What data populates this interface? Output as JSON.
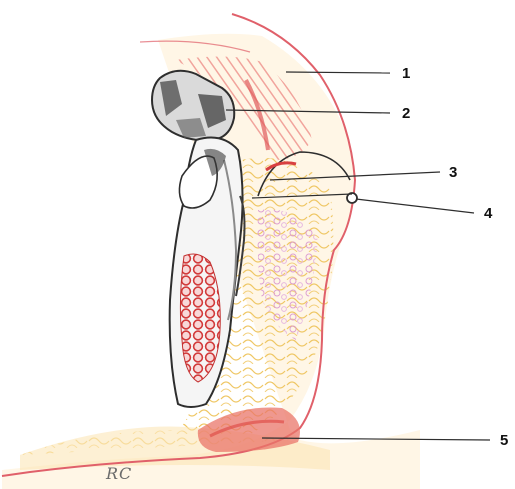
{
  "labels": {
    "l1": "1",
    "l2": "2",
    "l3": "3",
    "l4": "4",
    "l5": "5"
  },
  "signature": "RC",
  "colors": {
    "outline": "#e0606a",
    "dentin": "#f3f3f3",
    "tissue_yellow": "#f6d98a",
    "tissue_orange": "#f2b27a",
    "tissue_pink": "#e9a6d6",
    "blood_red": "#d8443e",
    "pencil": "#2e2e2e"
  }
}
